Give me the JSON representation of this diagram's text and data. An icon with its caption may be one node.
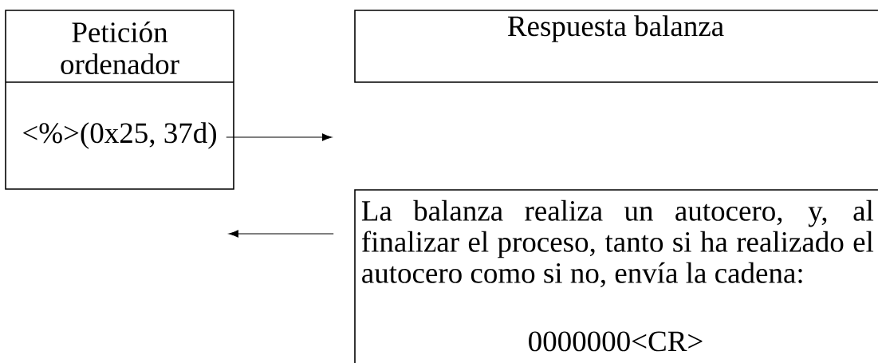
{
  "diagram": {
    "nodes": [
      {
        "text": [
          "Petición ordenador",
          "<%>(0x25, 37d)"
        ]
      },
      {
        "text": [
          "Respuesta balanza"
        ]
      },
      {
        "text": [
          "La balanza realiza un autocero, y, al finalizar el proceso, tanto si ha realizado el autocero como si no, envía la cadena:",
          "0000000<CR>"
        ]
      }
    ],
    "edges": [
      {
        "from": 0,
        "to": null,
        "arrow": "to"
      },
      {
        "from": 2,
        "to": null,
        "arrow": "to"
      }
    ]
  }
}
